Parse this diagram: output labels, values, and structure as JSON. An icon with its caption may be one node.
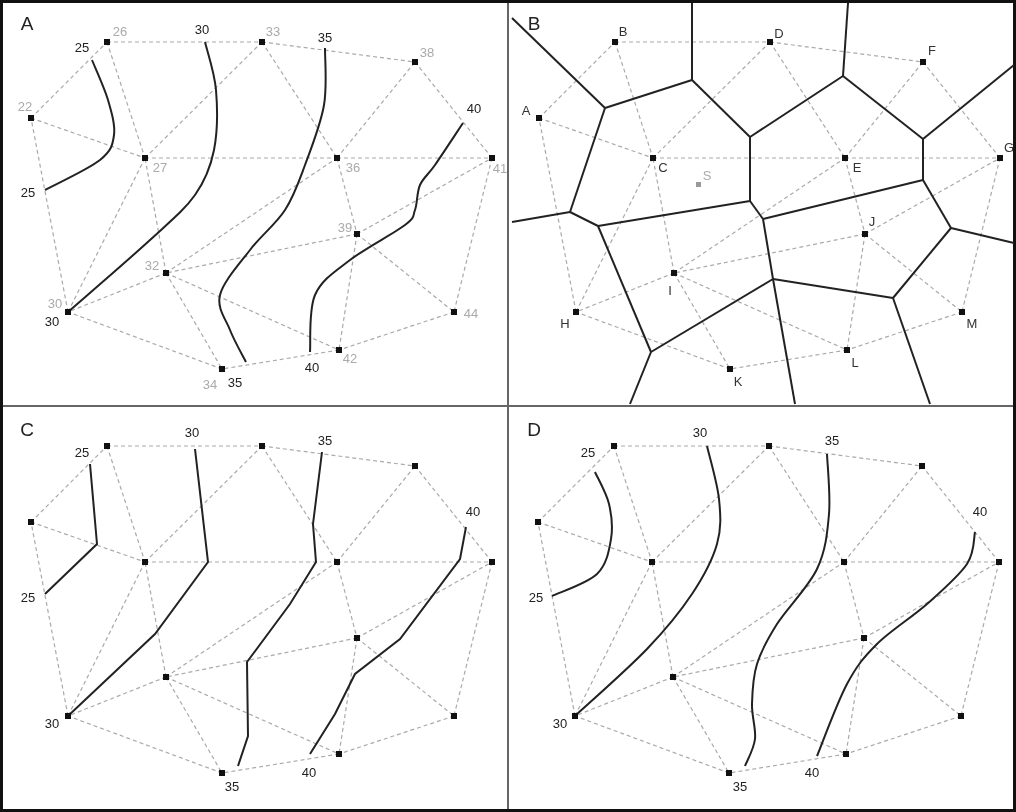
{
  "diagram": {
    "labels": [
      "A",
      "26",
      "25",
      "30",
      "33",
      "35",
      "38",
      "22",
      "40",
      "27",
      "36",
      "41",
      "25",
      "39",
      "32",
      "30",
      "30",
      "44",
      "42",
      "40",
      "34",
      "35",
      "B",
      "B",
      "D",
      "F",
      "A",
      "G",
      "C",
      "E",
      "S",
      "J",
      "I",
      "H",
      "M",
      "L",
      "K",
      "C",
      "25",
      "30",
      "35",
      "40",
      "25",
      "30",
      "35",
      "40",
      "D",
      "25",
      "30",
      "35",
      "40",
      "25",
      "30",
      "35",
      "40"
    ]
  }
}
